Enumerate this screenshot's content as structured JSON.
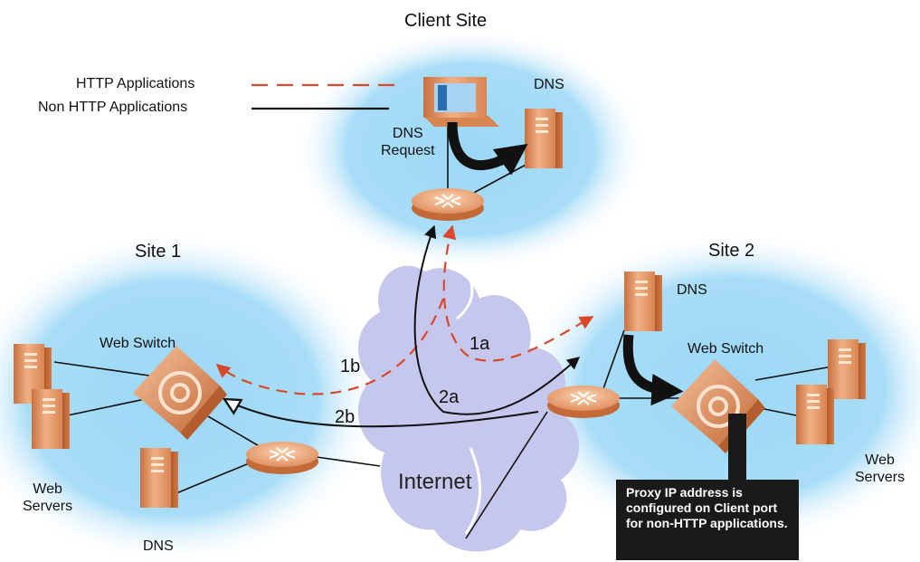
{
  "sites": {
    "client": "Client Site",
    "site1": "Site 1",
    "site2": "Site 2"
  },
  "legend": {
    "http": "HTTP Applications",
    "non_http": "Non HTTP Applications",
    "http_color": "#d9482b",
    "non_http_color": "#111111"
  },
  "labels": {
    "dns_client": "DNS",
    "dns_request": "DNS\nRequest",
    "site1_switch": "Web Switch",
    "site1_servers": "Web\nServers",
    "site1_dns": "DNS",
    "site2_dns": "DNS",
    "site2_switch": "Web Switch",
    "site2_servers": "Web\nServers",
    "internet": "Internet"
  },
  "steps": {
    "s1a": "1a",
    "s1b": "1b",
    "s2a": "2a",
    "s2b": "2b"
  },
  "note": "Proxy IP address is configured on Client port for non-HTTP applications.",
  "icons": {
    "router": "router-icon",
    "server": "server-icon",
    "switch": "web-switch-icon",
    "client": "client-computer-icon",
    "cloud": "internet-cloud-icon"
  },
  "colors": {
    "site_glow": "#8fd3f4",
    "cloud": "#c3c4ea",
    "device": "#e9a070",
    "device_dark": "#c8703e"
  }
}
